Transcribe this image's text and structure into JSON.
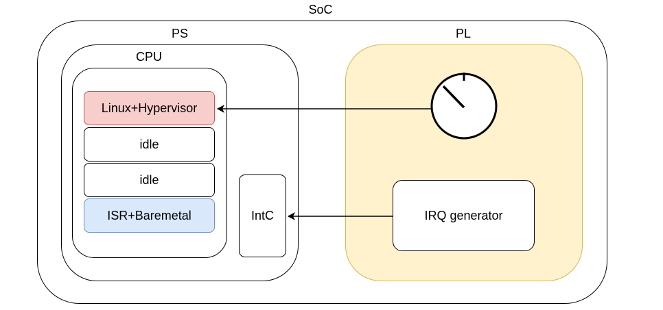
{
  "soc": {
    "label": "SoC"
  },
  "ps": {
    "label": "PS"
  },
  "pl": {
    "label": "PL"
  },
  "cpu": {
    "label": "CPU",
    "tasks": [
      "Linux+Hypervisor",
      "idle",
      "idle",
      "ISR+Baremetal"
    ]
  },
  "intc": {
    "label": "IntC"
  },
  "irq_generator": {
    "label": "IRQ generator"
  },
  "timer": {
    "icon": "timer-dial-icon"
  },
  "colors": {
    "pl_fill": "#fff2cc",
    "pl_stroke": "#d6b656",
    "linux_fill": "#f8cecc",
    "linux_stroke": "#b85450",
    "isr_fill": "#dae8fc",
    "isr_stroke": "#6c8ebf"
  }
}
